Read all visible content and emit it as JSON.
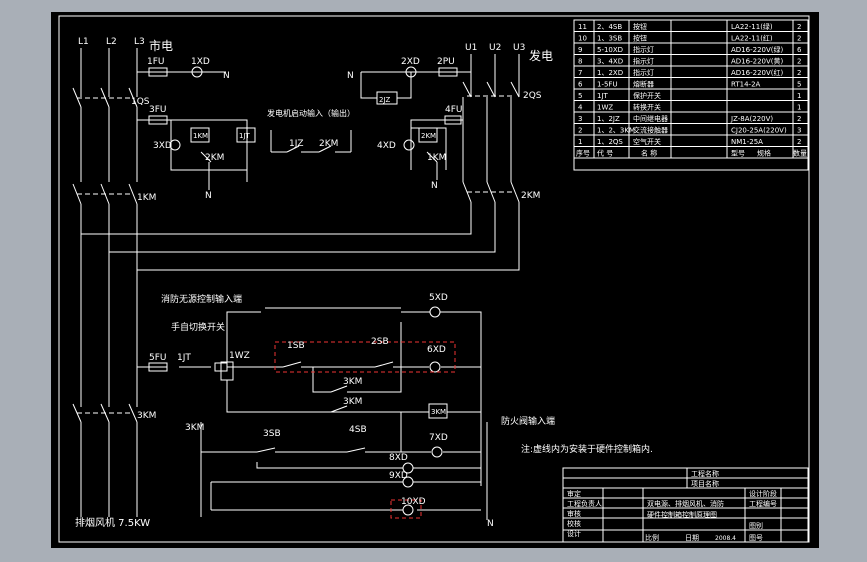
{
  "supplies": {
    "grid_phases": [
      "L1",
      "L2",
      "L3"
    ],
    "grid_label": "市电",
    "gen_phases": [
      "U1",
      "U2",
      "U3"
    ],
    "gen_label": "发电"
  },
  "grid_side": {
    "fuse1": "1FU",
    "lamp1": "1XD",
    "neutral1": "N",
    "switch": "1QS",
    "fuse3": "3FU",
    "lamp3": "3XD",
    "coil1": "1KM",
    "coil_jt": "1JT",
    "contact2km": "2KM",
    "neutral3": "N",
    "contactor": "1KM"
  },
  "gen_side": {
    "neutral1": "N",
    "lamp2": "2XD",
    "fuse2": "2PU",
    "relay": "2JZ",
    "switch": "2QS",
    "fuse4": "4FU",
    "coil2": "2KM",
    "lamp4": "4XD",
    "contact1km": "1KM",
    "neutral4": "N",
    "contactor": "2KM"
  },
  "gen_start": {
    "title": "发电机启动输入（输出）",
    "jz": "1JZ",
    "km": "2KM"
  },
  "fan_circuit": {
    "fuse": "5FU",
    "jt": "1JT",
    "wz": "1WZ",
    "contactor": "3KM",
    "km_aux": "3KM",
    "fan_label": "排烟风机  7.5KW",
    "fire_input": "消防无源控制输入端",
    "manual_switch": "手自切换开关",
    "lamp5": "5XD",
    "sb1": "1SB",
    "sb2": "2SB",
    "lamp6": "6XD",
    "km_contact1": "3KM",
    "km_contact2": "3KM",
    "km_coil": "3KM",
    "sb3": "3SB",
    "sb4": "4SB",
    "lamp7": "7XD",
    "lamp8": "8XD",
    "lamp9": "9XD",
    "lamp10": "10XD",
    "fire_valve": "防火阀输入端",
    "note": "注:虚线内为安装于硬件控制箱内.",
    "neutral": "N"
  },
  "parts_table": {
    "headers": [
      "序号",
      "代 号",
      "名  称",
      "型号",
      "规格",
      "数量"
    ],
    "rows": [
      [
        "11",
        "2、4SB",
        "按钮",
        "LA22-11(绿)",
        "2"
      ],
      [
        "10",
        "1、3SB",
        "按钮",
        "LA22-11(红)",
        "2"
      ],
      [
        "9",
        "5-10XD",
        "指示灯",
        "AD16-220V(绿)",
        "6"
      ],
      [
        "8",
        "3、4XD",
        "指示灯",
        "AD16-220V(黄)",
        "2"
      ],
      [
        "7",
        "1、2XD",
        "指示灯",
        "AD16-220V(红)",
        "2"
      ],
      [
        "6",
        "1-5FU",
        "熔断器",
        "RT14-2A",
        "5"
      ],
      [
        "5",
        "1JT",
        "保护开关",
        "",
        "1"
      ],
      [
        "4",
        "1WZ",
        "转换开关",
        "",
        "1"
      ],
      [
        "3",
        "1、2JZ",
        "中间继电器",
        "JZ-8A(220V)",
        "2"
      ],
      [
        "2",
        "1、2、3KM",
        "交流接触器",
        "CJ20-25A(220V)",
        "3"
      ],
      [
        "1",
        "1、2QS",
        "空气开关",
        "NM1-25A",
        "2"
      ]
    ]
  },
  "title_block": {
    "project_name": "工程名称",
    "item_name": "项目名称",
    "roles": [
      "审定",
      "工程负责人",
      "审核",
      "校核",
      "设计"
    ],
    "drawing_title_line1": "双电源、排烟风机、消防",
    "drawing_title_line2": "硬件控制箱控制原理图",
    "design_stage": "设计阶段",
    "project_no": "工程编号",
    "sheet_no": "图别",
    "drawing_no": "图号",
    "scale": "比例",
    "date": "日期",
    "date_value": "2008.4"
  }
}
